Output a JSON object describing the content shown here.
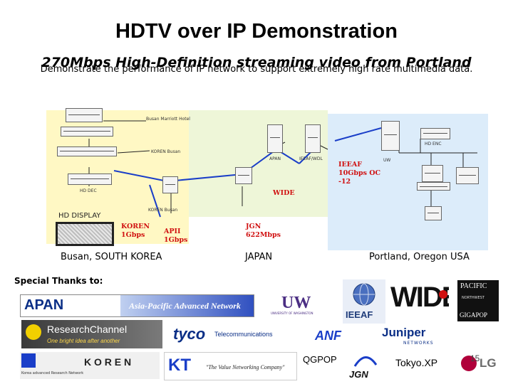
{
  "header": {
    "title": "HDTV over IP Demonstration",
    "subtitle": "270Mbps High-Definition streaming video from Portland",
    "description": "Demonstrate the performance of IP network to support extremely high rate multimedia data."
  },
  "diagram": {
    "korea": {
      "hd_display": "HD DISPLAY",
      "koren_label": "KOREN\n1Gbps",
      "apii_label": "APII\n1Gbps",
      "region": "Busan, SOUTH KOREA",
      "node_labels": [
        "Busan Marriott Hotel",
        "KOREN Busan",
        "KOREN Busan",
        "HD DEC"
      ]
    },
    "japan": {
      "wide_label": "WIDE",
      "jgn_label": "JGN\n622Mbps",
      "region": "JAPAN",
      "node_labels": [
        "APAN",
        "IEEAF/WDL"
      ]
    },
    "usa": {
      "ieeaf_label": "IEEAF\n10Gbps OC\n-12",
      "region": "Portland, Oregon USA",
      "node_labels": [
        "UW",
        "HD ENC"
      ]
    },
    "colors": {
      "korea_zone": "#fff8c4",
      "japan_zone": "#eef6d8",
      "usa_zone": "#dcecfa",
      "link": "#1a3ec8",
      "label_red": "#d01010"
    }
  },
  "thanks": {
    "label": "Special Thanks to:",
    "logos": {
      "apan": "APAN",
      "apan_banner": "Asia-Pacific Advanced Network",
      "uw": "UW",
      "uw_sub": "UNIVERSITY OF WASHINGTON",
      "ieeaf": "IEEAF",
      "wide": "WIDE",
      "pacific_top": "PACIFIC",
      "pacific_mid": "NORTHWEST",
      "pacific_bottom": "GIGAPOP",
      "researchchannel": "ResearchChannel",
      "researchchannel_tag": "One bright idea after another",
      "tyco": "tyco",
      "tyco_sub": "Telecommunications",
      "anf": "ANF",
      "juniper": "Juniper",
      "juniper_sub": "NETWORKS",
      "koren": "K O R E N",
      "koren_sub": "Korea advanced Research Network",
      "kt": "KT",
      "kt_tag": "\"The Value Networking Company\"",
      "qgpop": "QGPOP",
      "jgn": "JGN",
      "tokyoxp": "Tokyo.XP",
      "lg": "LG"
    }
  },
  "page_number": "15"
}
